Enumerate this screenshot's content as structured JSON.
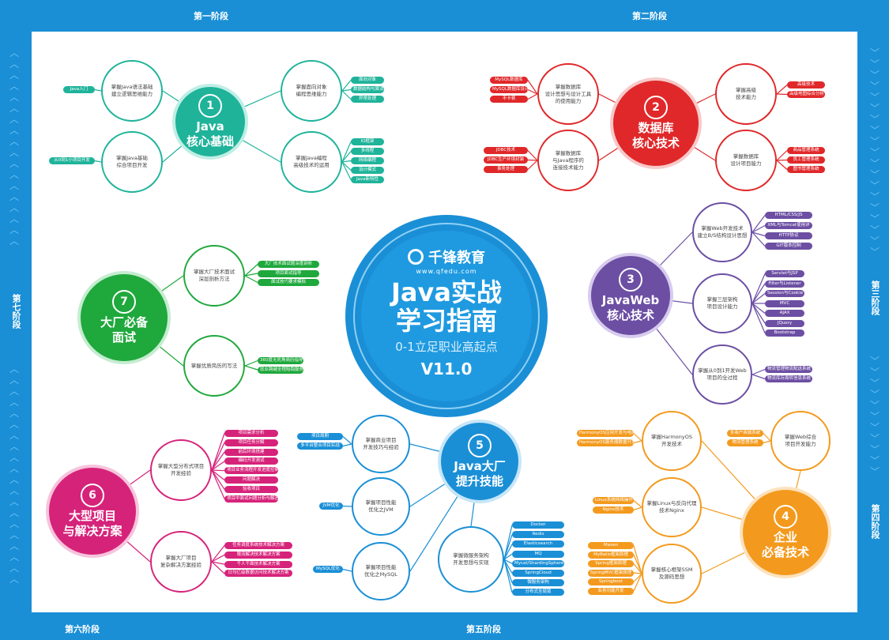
{
  "stages": {
    "s1": "第一阶段",
    "s2": "第二阶段",
    "s3": "第三阶段",
    "s4": "第四阶段",
    "s5": "第五阶段",
    "s6": "第六阶段",
    "s7": "第七阶段"
  },
  "center": {
    "brand": "千锋教育",
    "site": "www.qfedu.com",
    "title": "Java实战\n学习指南",
    "subtitle": "0-1立足职业高起点",
    "version": "V11.0"
  },
  "colors": {
    "teal": "#1fb39a",
    "red": "#e0282a",
    "purple": "#6c4fa3",
    "orange": "#f39a1e",
    "blue": "#1a8fd6",
    "pink": "#d6237a",
    "green": "#1fa83c",
    "frame": "#1a8fd6"
  },
  "m1": {
    "num": "1",
    "title": "Java\n核心基础",
    "n_a": "掌握Java语法基础\n建立逻辑思维能力",
    "n_b": "掌握Java基础\n综合项目开发",
    "n_c": "掌握面向对象\n编程思维能力",
    "n_d": "掌握Java编程\n高级技术的运用",
    "t_a": [
      "Java入门"
    ],
    "t_b": [
      "从0到1小项目开发"
    ],
    "t_c": [
      "面向对象",
      "数据结构与算法",
      "异常处理"
    ],
    "t_d": [
      "IO框架",
      "多线程",
      "网络编程",
      "设计模式",
      "Java新特性"
    ]
  },
  "m2": {
    "num": "2",
    "title": "数据库\n核心技术",
    "n_a": "掌握数据库\n设计思想与设计工具\n的使用能力",
    "n_b": "掌握数据库\n与Java程序的\n连接技术能力",
    "n_c": "掌握高级\n技术能力",
    "n_d": "掌握数据库\n设计项目能力",
    "t_a": [
      "MySQL数据库",
      "MySQL数据库设计",
      "不卡顿"
    ],
    "t_b": [
      "JDBC技术",
      "JDBC生产环境封装",
      "事务处理"
    ],
    "t_c": [
      "高级技术",
      "高级地图综合分析"
    ],
    "t_d": [
      "商品管理系统",
      "员工管理系统",
      "图书管理系统"
    ]
  },
  "m3": {
    "num": "3",
    "title": "JavaWeb\n核心技术",
    "n_a": "掌握Web开发技术\n建立B/S结构设计思想",
    "n_b": "掌握三层架构\n项目设计能力",
    "n_c": "掌握从0到1开发Web\n项目的全过程",
    "t_a": [
      "HTML/CSS/JS",
      "XML与Tomcat使用详",
      "HTTP协议",
      "GIT版本控制"
    ],
    "t_b": [
      "Servlet与JSP",
      "Filter与Listener",
      "Session与Cookie",
      "MVC",
      "AJAX",
      "JQuery",
      "Bootstrap"
    ],
    "t_c": [
      "物流管理物流配送系统",
      "物流库存周转信息系统"
    ]
  },
  "m4": {
    "num": "4",
    "title": "企业\n必备技术",
    "n_a": "掌握HarmonyOS\n开发技术",
    "n_b": "掌握Linux与反向代理\n技术Nginx",
    "n_c": "掌握核心框架SSM\n及源码思想",
    "n_d": "掌握Web综合\n项目开发能力",
    "t_a": [
      "HarmonyOS应用开发与电商",
      "HarmonyOS服务器数据开发"
    ],
    "t_b": [
      "Linux系统网络操作",
      "Nginx技术"
    ],
    "t_c": [
      "Maven",
      "MyBatis框架原理",
      "Spring框架原理",
      "SpringMVC框架原理",
      "Springboot",
      "业务功能开发"
    ],
    "t_d": [
      "多商户商城系统",
      "物流管理系统"
    ]
  },
  "m5": {
    "num": "5",
    "title": "Java大厂\n提升技能",
    "n_a": "掌握商业项目\n开发技巧与经验",
    "n_b": "掌握项目性能\n优化之JVM",
    "n_c": "掌握项目性能\n优化之MySQL",
    "n_d": "掌握微服务架构\n开发思想与实现",
    "t_a": [
      "项目周期",
      "多平台整合项目实战"
    ],
    "t_b": [
      "JVM优化"
    ],
    "t_c": [
      "MySQL优化"
    ],
    "t_d": [
      "Docker",
      "Redis",
      "Elasticsearch",
      "MQ",
      "Mycat/ShardingSphere",
      "SpringCloud",
      "微服务架构",
      "分布式全局锁"
    ]
  },
  "m6": {
    "num": "6",
    "title": "大型项目\n与解决方案",
    "n_a": "掌握大型分布式项目\n开发经验",
    "n_b": "掌握大厂项目\n复杂解决方案经验",
    "t_a": [
      "项目需求分析",
      "项目任务分解",
      "前后环境搭建",
      "编码开发测试",
      "项目业务流程开发进度控制",
      "问题解决",
      "验收项目",
      "项目中面试问题分析与解答"
    ],
    "t_b": [
      "任务调度系统技术解决方案",
      "限流解决技术解决方案",
      "千人千面技术解决方案",
      "日均亿级数据访问技术解决方案"
    ]
  },
  "m7": {
    "num": "7",
    "title": "大厂必备\n面试",
    "n_a": "掌握大厂技术面试\n深层剖析方法",
    "n_b": "掌握优质简历的写法",
    "t_a": [
      "大厂技术面试题深度剖析",
      "项目面试指导",
      "面试技巧要求模拟"
    ],
    "t_b": [
      "360度无死角简历指导",
      "就业跨越全程陪跑服务"
    ]
  }
}
